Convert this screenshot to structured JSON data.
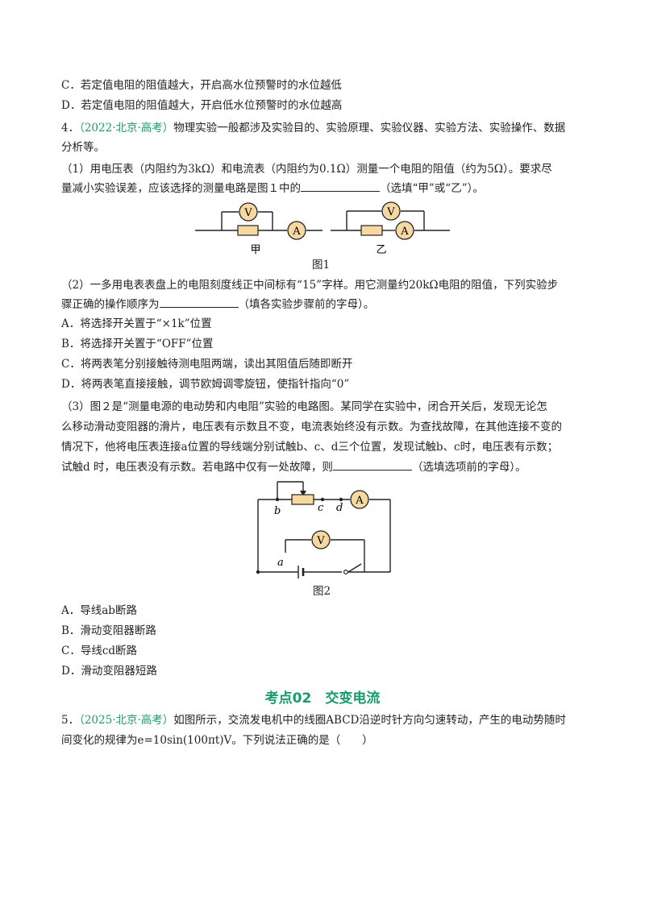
{
  "lines": {
    "l1": "C．若定值电阻的阻值越大，开启高水位预警时的水位越低",
    "l2": "D．若定值电阻的阻值越大，开启低水位预警时的水位越高",
    "q4_num": "4．",
    "q4_src": "（2022·北京·高考）",
    "q4_text": "物理实验一般都涉及实验目的、实验原理、实验仪器、实验方法、实验操作、数据",
    "q4_text2": "分析等。",
    "p1a": "（1）用电压表（内阻约为3kΩ）和电流表（内阻约为0.1Ω）测量一个电阻的阻值（约为5Ω）。要求尽",
    "p1b_pre": "量减小实验误差，应该选择的测量电路是图１中的",
    "p1b_post": "（选填“甲”或“乙”）。",
    "p2a": "（2）一多用电表表盘上的电阻刻度线正中间标有“15”字样。用它测量约20kΩ电阻的阻值，下列实验步",
    "p2b_pre": "骤正确的操作顺序为",
    "p2b_post": "（填各实验步骤前的字母）。",
    "optA": "A．将选择开关置于“×1k”位置",
    "optB": "B．将选择开关置于“OFF”位置",
    "optC": "C．将两表笔分别接触待测电阻两端，读出其阻值后随即断开",
    "optD": "D．将两表笔直接接触，调节欧姆调零旋钮，使指针指向“0”",
    "p3a": "（3）图２是“测量电源的电动势和内电阻”实验的电路图。某同学在实验中，闭合开关后，发现无论怎",
    "p3b": "么移动滑动变阻器的滑片，电压表有示数且不变，电流表始终没有示数。为查找故障，在其他连接不变的",
    "p3c": "情况下，他将电压表连接a位置的导线端分别试触b、c、d三个位置，发现试触b、c时，电压表有示数；",
    "p3d_pre": "试触d 时，电压表没有示数。若电路中仅有一处故障，则",
    "p3d_post": "（选填选项前的字母）。",
    "ansA": "A．导线ab断路",
    "ansB": "B．滑动变阻器断路",
    "ansC": "C．导线cd断路",
    "ansD": "D．滑动变阻器短路",
    "q5_num": "5．",
    "q5_src": "（2025·北京·高考）",
    "q5_text": "如图所示，交流发电机中的线圈ABCD沿逆时针方向匀速转动，产生的电动势随时",
    "q5_text2": "间变化的规律为e=10sin(100πt)V。下列说法正确的是（　　）"
  },
  "section_heading": "考点02　交变电流",
  "figure1": {
    "caption": "图1",
    "left_label": "甲",
    "right_label": "乙",
    "voltmeter": "V",
    "ammeter": "A"
  },
  "figure2": {
    "caption": "图2",
    "voltmeter": "V",
    "ammeter": "A",
    "point_a": "a",
    "point_b": "b",
    "point_c": "c",
    "point_d": "d"
  },
  "colors": {
    "source": "#1a9b6c",
    "heading": "#1a9b6c",
    "resistor": "#f6d8a0"
  }
}
